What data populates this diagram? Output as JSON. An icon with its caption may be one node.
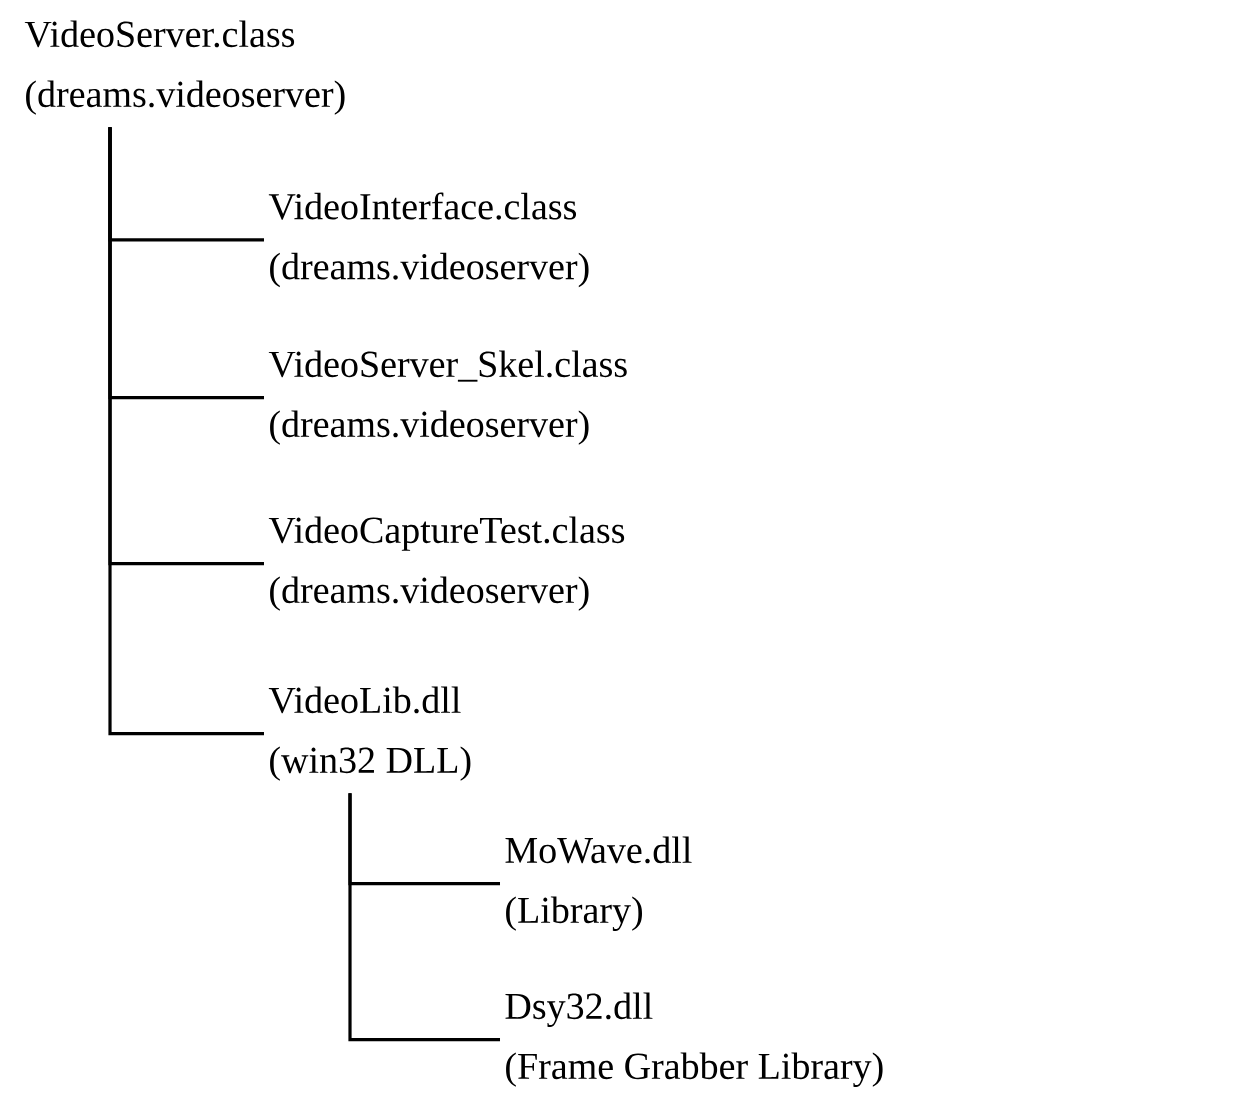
{
  "diagram": {
    "nodes": [
      {
        "text": [
          "VideoServer.class",
          "(dreams.videoserver)"
        ]
      },
      {
        "text": [
          "VideoInterface.class",
          "(dreams.videoserver)"
        ]
      },
      {
        "text": [
          "VideoServer_Skel.class",
          "(dreams.videoserver)"
        ]
      },
      {
        "text": [
          "VideoCaptureTest.class",
          "(dreams.videoserver)"
        ]
      },
      {
        "text": [
          "VideoLib.dll",
          "(win32 DLL)"
        ]
      },
      {
        "text": [
          "MoWave.dll",
          "(Library)"
        ]
      },
      {
        "text": [
          "Dsy32.dll",
          "(Frame Grabber Library)"
        ]
      }
    ],
    "edges": [
      {
        "from": 0,
        "to": 1,
        "arrow": "none"
      },
      {
        "from": 0,
        "to": 2,
        "arrow": "none"
      },
      {
        "from": 0,
        "to": 3,
        "arrow": "none"
      },
      {
        "from": 0,
        "to": 4,
        "arrow": "none"
      },
      {
        "from": 4,
        "to": 5,
        "arrow": "none"
      },
      {
        "from": 4,
        "to": 6,
        "arrow": "none"
      }
    ]
  }
}
